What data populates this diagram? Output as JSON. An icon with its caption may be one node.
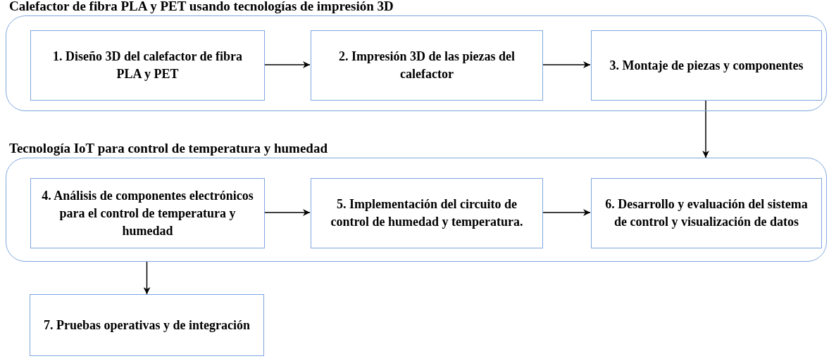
{
  "diagram": {
    "nodes": [
      {
        "text": [
          "Calefactor de fibra PLA y PET usando tecnologías de impresión 3D"
        ]
      },
      {
        "text": [
          "1. Diseño 3D del calefactor de fibra PLA y PET"
        ],
        "in": 0
      },
      {
        "text": [
          "2. Impresión 3D de las piezas del calefactor"
        ],
        "in": 0
      },
      {
        "text": [
          "3. Montaje de piezas y componentes"
        ],
        "in": 0
      },
      {
        "text": [
          "Tecnología IoT para control de temperatura y humedad"
        ]
      },
      {
        "text": [
          "4. Análisis de componentes electrónicos para el control de temperatura y humedad"
        ],
        "in": 4
      },
      {
        "text": [
          "5. Implementación del circuito de control de humedad y temperatura."
        ],
        "in": 4
      },
      {
        "text": [
          "6. Desarrollo y evaluación del sistema de control y visualización de datos"
        ],
        "in": 4
      },
      {
        "text": [
          "7. Pruebas operativas y de integración"
        ]
      }
    ],
    "edges": [
      {
        "from": 1,
        "to": 2,
        "arrow": "to"
      },
      {
        "from": 2,
        "to": 3,
        "arrow": "to"
      },
      {
        "from": 3,
        "to": 4,
        "arrow": "to"
      },
      {
        "from": 5,
        "to": 6,
        "arrow": "to"
      },
      {
        "from": 6,
        "to": 7,
        "arrow": "to"
      },
      {
        "from": 4,
        "to": 8,
        "arrow": "to"
      }
    ]
  }
}
